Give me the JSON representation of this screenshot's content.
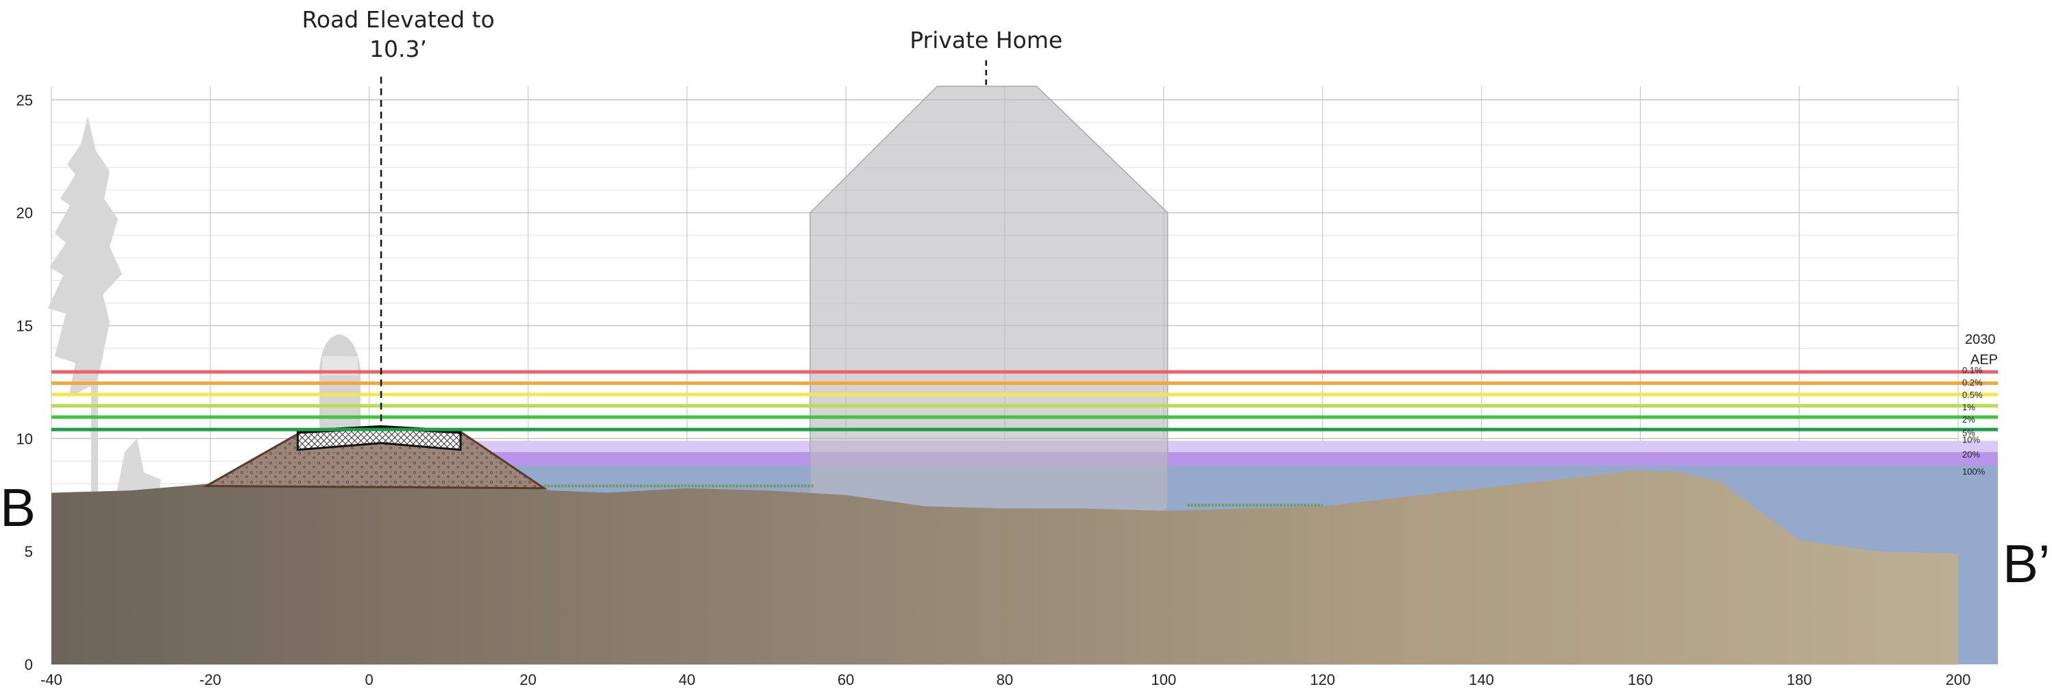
{
  "chart_data": {
    "type": "cross-section",
    "x_ticks": [
      "-40",
      "-20",
      "0",
      "20",
      "40",
      "60",
      "80",
      "100",
      "120",
      "140",
      "160",
      "180",
      "200"
    ],
    "y_ticks": [
      "0",
      "5",
      "10",
      "15",
      "20",
      "25"
    ],
    "xlim": [
      -40,
      205
    ],
    "ylim": [
      0,
      25.6
    ],
    "minor_y_step": 1,
    "grid": true,
    "callouts": [
      {
        "text_line1": "Road Elevated to",
        "text_line2": "10.3’",
        "x": 1.5
      },
      {
        "text_line1": "Private Home",
        "text_line2": "",
        "x": 78
      }
    ],
    "section_labels": {
      "start": "B",
      "end": "B’"
    },
    "aep": {
      "header_line1": "2030",
      "header_line2": "AEP",
      "lines": [
        {
          "label": "0.1%",
          "elevation": 12.95,
          "color": "#e8636b"
        },
        {
          "label": "0.2%",
          "elevation": 12.45,
          "color": "#f4a83c"
        },
        {
          "label": "0.5%",
          "elevation": 11.95,
          "color": "#f2e84a"
        },
        {
          "label": "1%",
          "elevation": 11.45,
          "color": "#b9e04a"
        },
        {
          "label": "2%",
          "elevation": 10.95,
          "color": "#3cc63c"
        },
        {
          "label": "5%",
          "elevation": 10.4,
          "color": "#1f9d4b"
        }
      ],
      "bands": [
        {
          "label": "10%",
          "top": 9.9,
          "color": "#dcc8f4"
        },
        {
          "label": "20%",
          "top": 9.4,
          "color": "#b796ea"
        },
        {
          "label": "100%",
          "top": 8.8,
          "color": "#94a9cc"
        }
      ]
    },
    "ground_profile": {
      "x": [
        -40,
        -30,
        -20,
        -10,
        0,
        10,
        18,
        23,
        30,
        40,
        50,
        60,
        70,
        80,
        90,
        100,
        110,
        120,
        130,
        140,
        150,
        155,
        160,
        165,
        170,
        180,
        190,
        200
      ],
      "y": [
        7.6,
        7.7,
        8.0,
        8.2,
        8.2,
        8.1,
        7.9,
        7.7,
        7.6,
        7.8,
        7.7,
        7.5,
        7.0,
        6.9,
        6.9,
        6.8,
        6.9,
        7.0,
        7.4,
        7.8,
        8.2,
        8.4,
        8.6,
        8.5,
        8.1,
        5.5,
        5.0,
        4.9
      ]
    },
    "road_embankment": {
      "x": [
        -20.5,
        -8.5,
        1.5,
        11.5,
        22
      ],
      "y": [
        7.9,
        10.3,
        10.5,
        10.3,
        7.8
      ]
    },
    "road_fill": {
      "x": [
        -9,
        1.5,
        11.5
      ],
      "y_top": [
        10.3,
        10.5,
        10.3
      ],
      "y_bottom": [
        9.5,
        9.8,
        9.5
      ]
    },
    "home_outline": {
      "x": [
        55.5,
        55.5,
        71.5,
        84,
        100.5,
        100.5
      ],
      "y": [
        0.2,
        20.0,
        25.6,
        25.6,
        20.0,
        6.9
      ]
    }
  }
}
